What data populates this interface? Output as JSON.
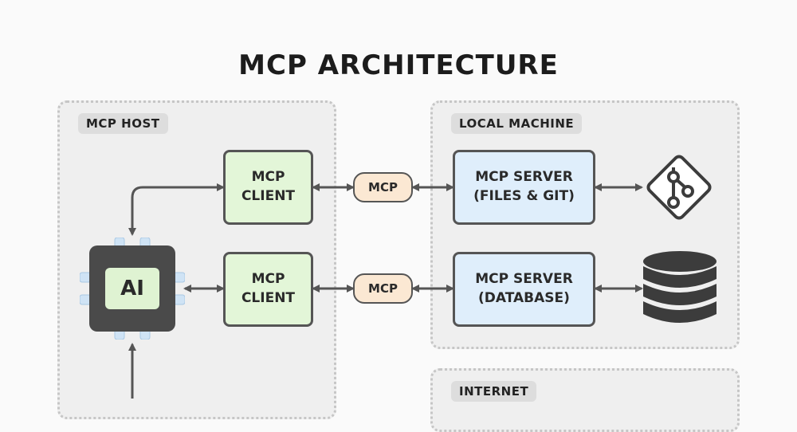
{
  "title": "MCP ARCHITECTURE",
  "groups": {
    "host": {
      "label": "MCP HOST"
    },
    "local": {
      "label": "LOCAL MACHINE"
    },
    "internet": {
      "label": "INTERNET"
    }
  },
  "ai_chip": {
    "label": "AI",
    "icon": "ai-chip-icon"
  },
  "clients": [
    {
      "label": "MCP\nCLIENT"
    },
    {
      "label": "MCP\nCLIENT"
    }
  ],
  "protocol_pills": [
    {
      "label": "MCP"
    },
    {
      "label": "MCP"
    }
  ],
  "servers": [
    {
      "label": "MCP SERVER\n(FILES & GIT)",
      "resource_icon": "git-icon"
    },
    {
      "label": "MCP SERVER\n(DATABASE)",
      "resource_icon": "database-icon"
    }
  ],
  "colors": {
    "client": "#e3f6d8",
    "server": "#dfeefb",
    "protocol": "#fbe8d3",
    "chip": "#4a4a4a",
    "chip_pins": "#cfe3f5"
  }
}
